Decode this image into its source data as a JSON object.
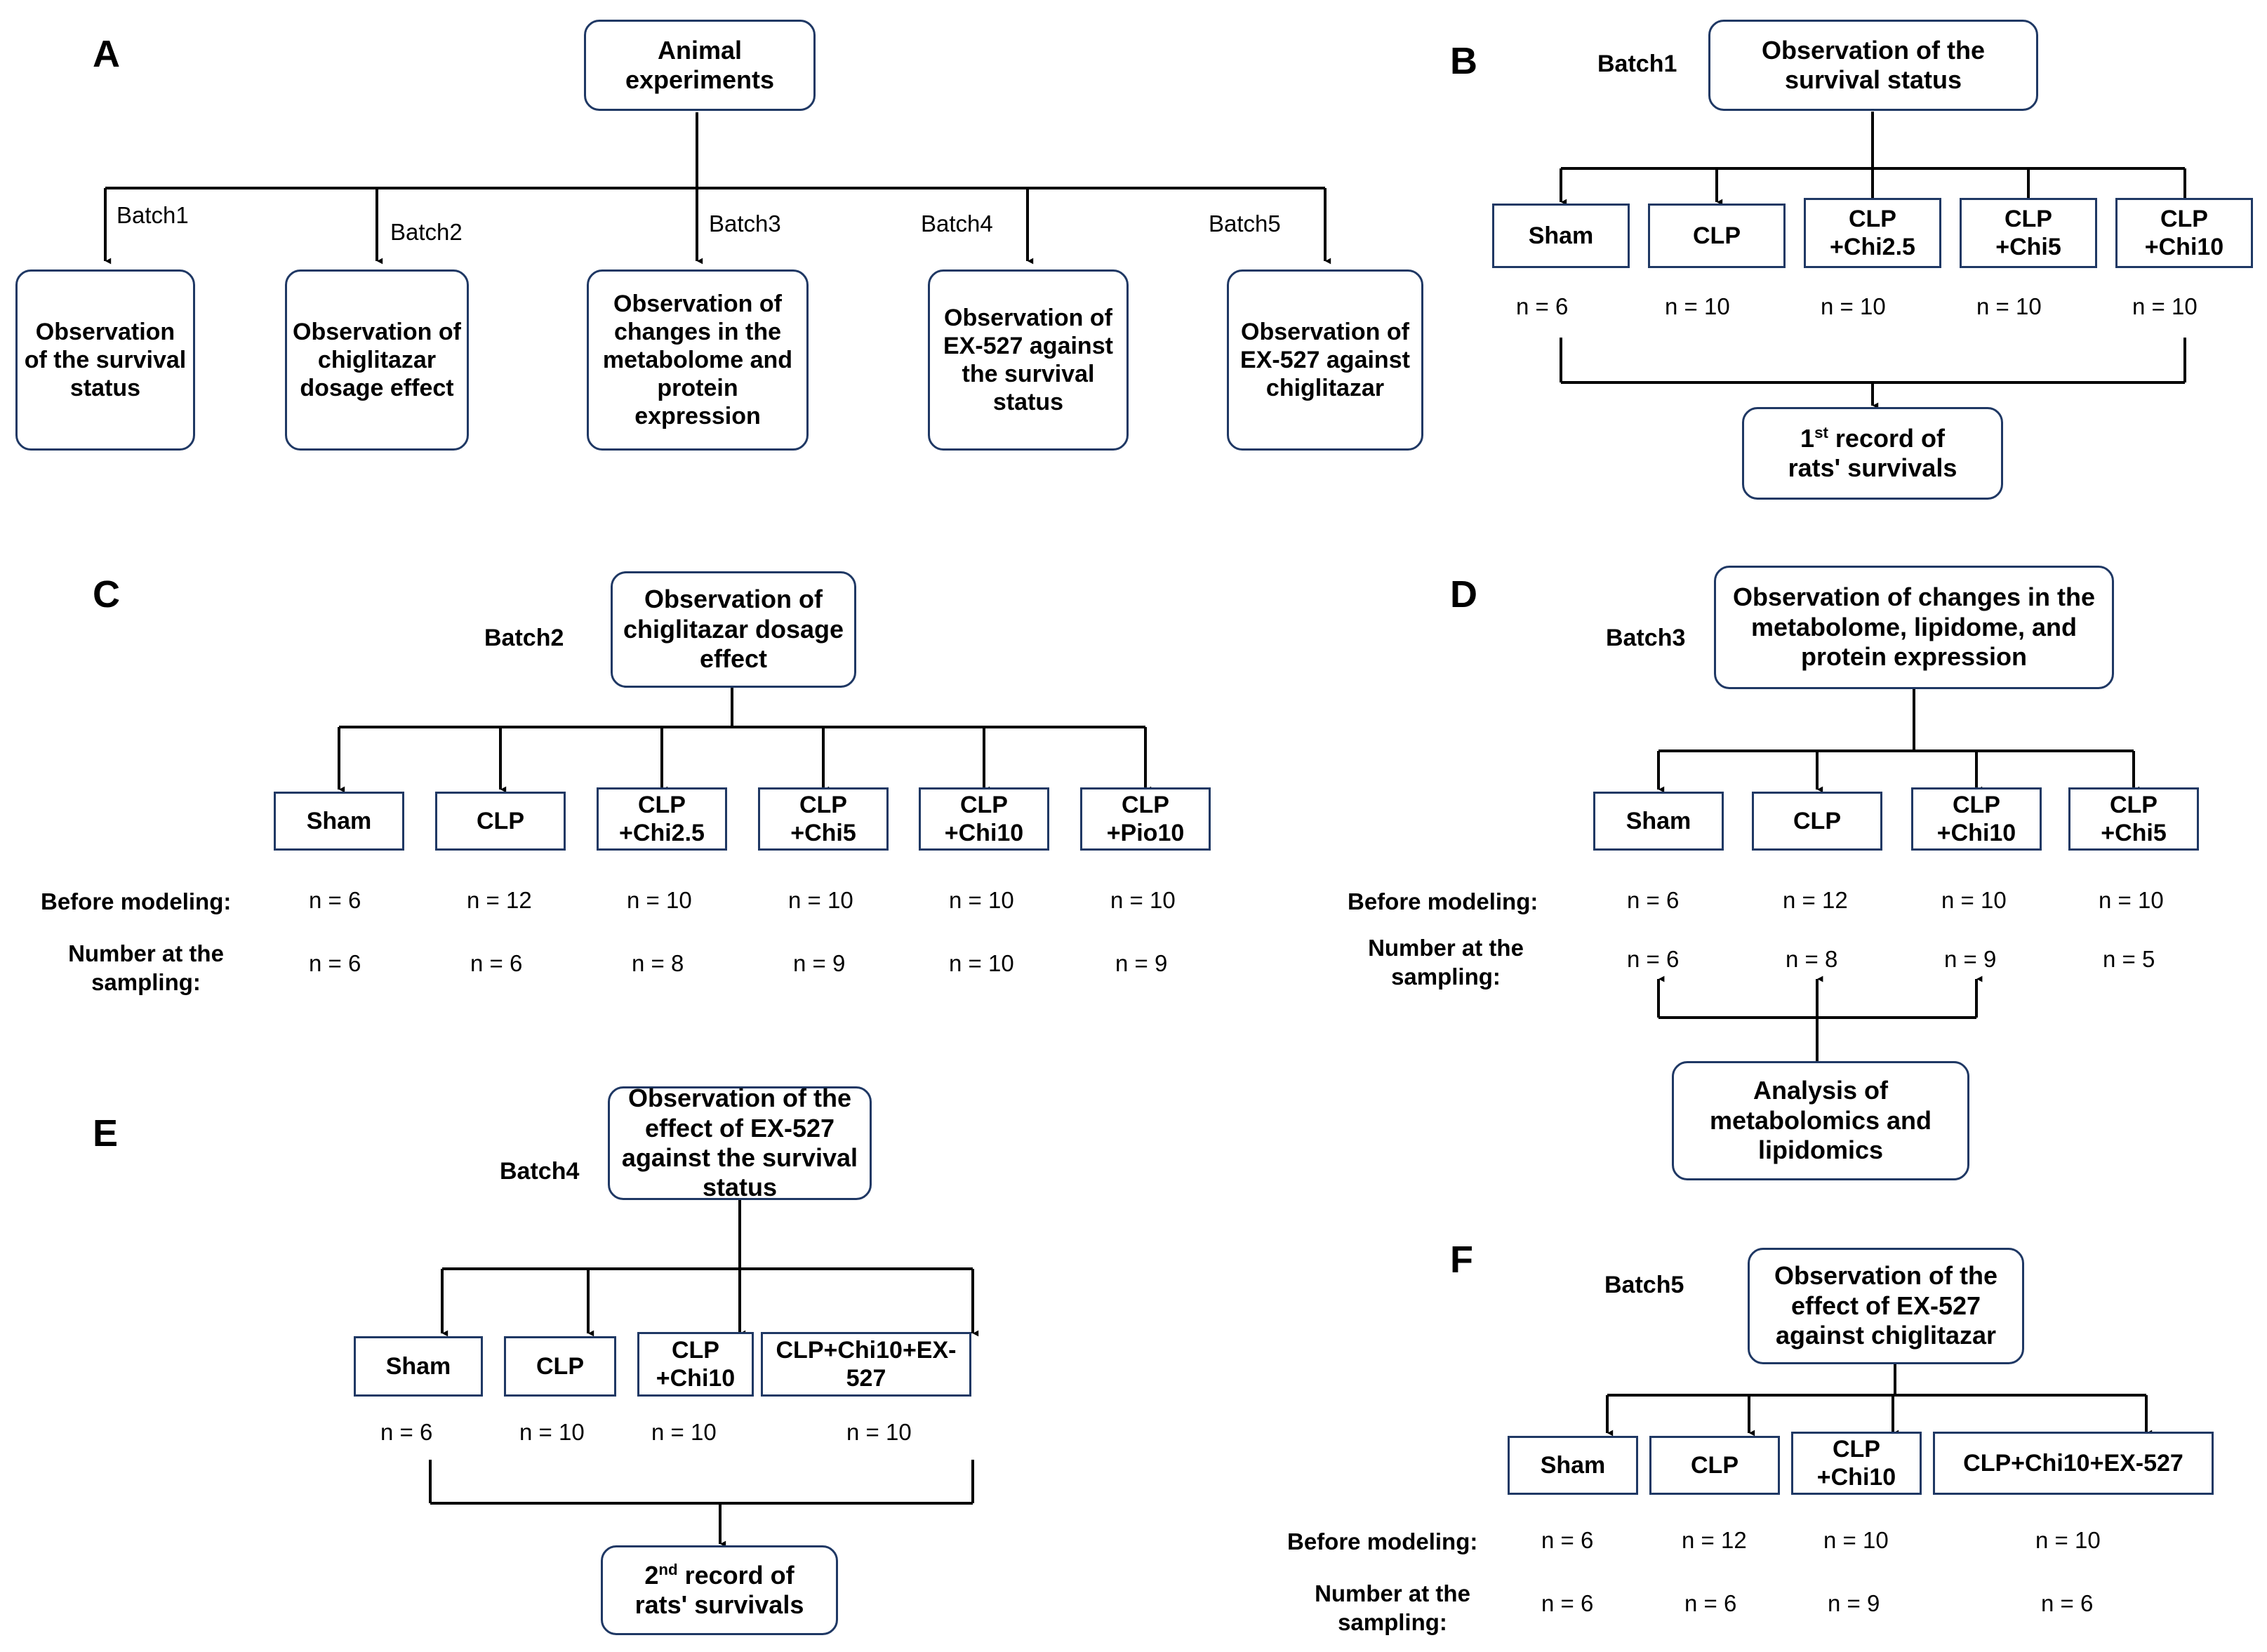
{
  "figure": {
    "panels": [
      "A",
      "B",
      "C",
      "D",
      "E",
      "F"
    ]
  },
  "panelA": {
    "letter": "A",
    "root": "Animal experiments",
    "edge_labels": [
      "Batch1",
      "Batch2",
      "Batch3",
      "Batch4",
      "Batch5"
    ],
    "children": [
      "Observation of the survival status",
      "Observation of chiglitazar dosage effect",
      "Observation of changes in the metabolome and protein expression",
      "Observation of EX-527 against the survival status",
      "Observation of EX-527 against chiglitazar"
    ]
  },
  "panelB": {
    "letter": "B",
    "batch": "Batch1",
    "title": "Observation of the survival status",
    "groups": [
      "Sham",
      "CLP",
      "CLP\n+Chi2.5",
      "CLP\n+Chi5",
      "CLP\n+Chi10"
    ],
    "counts": [
      "n = 6",
      "n = 10",
      "n = 10",
      "n = 10",
      "n = 10"
    ],
    "outcome_prefix": "1",
    "outcome_sup": "st",
    "outcome_rest": " record of",
    "outcome_line2": "rats' survivals"
  },
  "panelC": {
    "letter": "C",
    "batch": "Batch2",
    "title": "Observation of chiglitazar dosage effect",
    "groups": [
      "Sham",
      "CLP",
      "CLP\n+Chi2.5",
      "CLP\n+Chi5",
      "CLP\n+Chi10",
      "CLP\n+Pio10"
    ],
    "row1_label": "Before modeling:",
    "row1_values": [
      "n = 6",
      "n = 12",
      "n = 10",
      "n = 10",
      "n = 10",
      "n = 10"
    ],
    "row2_label_line1": "Number at the",
    "row2_label_line2": "sampling:",
    "row2_values": [
      "n = 6",
      "n = 6",
      "n = 8",
      "n = 9",
      "n = 10",
      "n = 9"
    ]
  },
  "panelD": {
    "letter": "D",
    "batch": "Batch3",
    "title": "Observation of changes in the metabolome, lipidome, and protein expression",
    "groups": [
      "Sham",
      "CLP",
      "CLP\n+Chi10",
      "CLP\n+Chi5"
    ],
    "row1_label": "Before modeling:",
    "row1_values": [
      "n = 6",
      "n = 12",
      "n = 10",
      "n = 10"
    ],
    "row2_label_line1": "Number at the",
    "row2_label_line2": "sampling:",
    "row2_values": [
      "n = 6",
      "n = 8",
      "n = 9",
      "n = 5"
    ],
    "analysis": "Analysis of metabolomics and lipidomics"
  },
  "panelE": {
    "letter": "E",
    "batch": "Batch4",
    "title": "Observation of the effect of EX-527 against the survival status",
    "groups": [
      "Sham",
      "CLP",
      "CLP\n+Chi10",
      "CLP+Chi10+EX-527"
    ],
    "counts": [
      "n = 6",
      "n = 10",
      "n = 10",
      "n = 10"
    ],
    "outcome_prefix": "2",
    "outcome_sup": "nd",
    "outcome_rest": " record of",
    "outcome_line2": "rats' survivals"
  },
  "panelF": {
    "letter": "F",
    "batch": "Batch5",
    "title": "Observation of the effect of  EX-527 against chiglitazar",
    "groups": [
      "Sham",
      "CLP",
      "CLP\n+Chi10",
      "CLP+Chi10+EX-527"
    ],
    "row1_label": "Before modeling:",
    "row1_values": [
      "n = 6",
      "n = 12",
      "n = 10",
      "n = 10"
    ],
    "row2_label_line1": "Number at the",
    "row2_label_line2": "sampling:",
    "row2_values": [
      "n = 6",
      "n = 6",
      "n = 9",
      "n = 6"
    ]
  },
  "colors": {
    "box_border": "#1F3864",
    "connector": "#000000",
    "text": "#000000",
    "background": "#FFFFFF"
  }
}
